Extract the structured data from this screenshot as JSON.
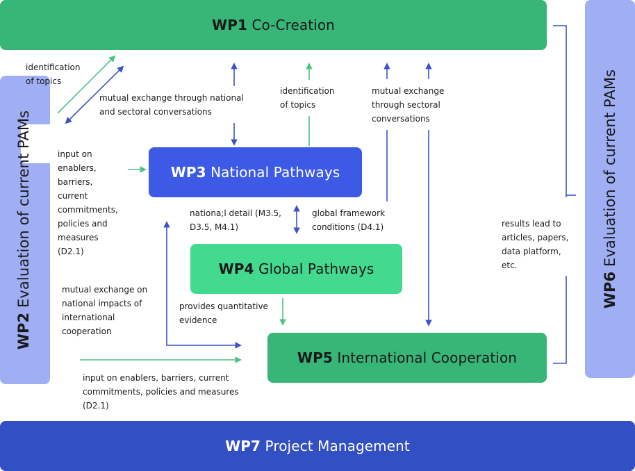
{
  "colors": {
    "green_dark": "#37b677",
    "green_light": "#43d98e",
    "blue_strong": "#3c5ae6",
    "blue_dark": "#334fc4",
    "lavender": "#a0aff3",
    "arrow_blue": "#3b53c7",
    "arrow_green": "#4cc283"
  },
  "work_packages": {
    "wp1": {
      "code": "WP1",
      "name": "Co-Creation"
    },
    "wp2": {
      "code": "WP2",
      "name": "Evaluation of current PAMs"
    },
    "wp3": {
      "code": "WP3",
      "name": "National Pathways"
    },
    "wp4": {
      "code": "WP4",
      "name": "Global Pathways"
    },
    "wp5": {
      "code": "WP5",
      "name": "International Cooperation"
    },
    "wp6": {
      "code": "WP6",
      "name": "Evaluation of current PAMs"
    },
    "wp7": {
      "code": "WP7",
      "name": "Project Management"
    }
  },
  "labels": {
    "wp2_to_wp1": "identification\nof topics",
    "wp2_wp1_exchange": "mutual exchange through national\nand sectoral conversations",
    "wp3_to_wp1": "identification\nof topics",
    "wp5_wp1_exchange": "mutual exchange\nthrough sectoral\nconversations",
    "wp2_to_wp3": "input on\nenablers,\nbarriers,\ncurrent\ncommitments,\npolicies and\nmeasures\n(D2.1)",
    "wp3_to_wp4": "nationa;l detail (M3.5,\nD3.5, M4.1)",
    "wp4_to_wp3": "global framework\nconditions (D4.1)",
    "wp4_to_wp5": "provides quantitative\nevidence",
    "wp3_wp5_exchange": "mutual exchange on\nnational impacts of\ninternational\ncooperation",
    "wp2_to_wp5": "input on enablers, barriers, current\ncommitments, policies and measures\n(D2.1)",
    "wp6_results": "results lead to\narticles, papers,\ndata platform,\netc."
  }
}
